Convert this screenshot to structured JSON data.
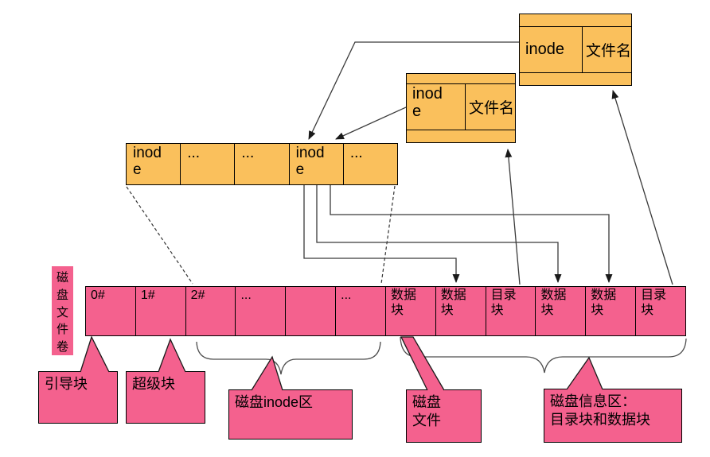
{
  "colors": {
    "box_orange": "#FAC05C",
    "box_pink": "#F4618E",
    "border_black": "#000000",
    "arrow_line": "#3a3a3a",
    "brace_gray": "#4d4d4d"
  },
  "boxes": {
    "dir_entry_top": {
      "inode": "inode",
      "filename": "文件名"
    },
    "dir_entry_mid": {
      "inode": "inode",
      "filename": "文件名"
    },
    "inode_table": {
      "cells": [
        "inode",
        "...",
        "...",
        "inode",
        "..."
      ]
    }
  },
  "disk": {
    "volume_label": "磁盘文件卷",
    "cells": [
      "0#",
      "1#",
      "2#",
      "...",
      "",
      "...",
      "数据\n块",
      "数据\n块",
      "目录\n块",
      "数据\n块",
      "数据\n块",
      "目录\n块"
    ]
  },
  "callouts": {
    "boot": "引导块",
    "super": "超级块",
    "inode_area": "磁盘inode区",
    "disk_file": "磁盘\n文件",
    "info_area": "磁盘信息区：\n目录块和数据块"
  }
}
